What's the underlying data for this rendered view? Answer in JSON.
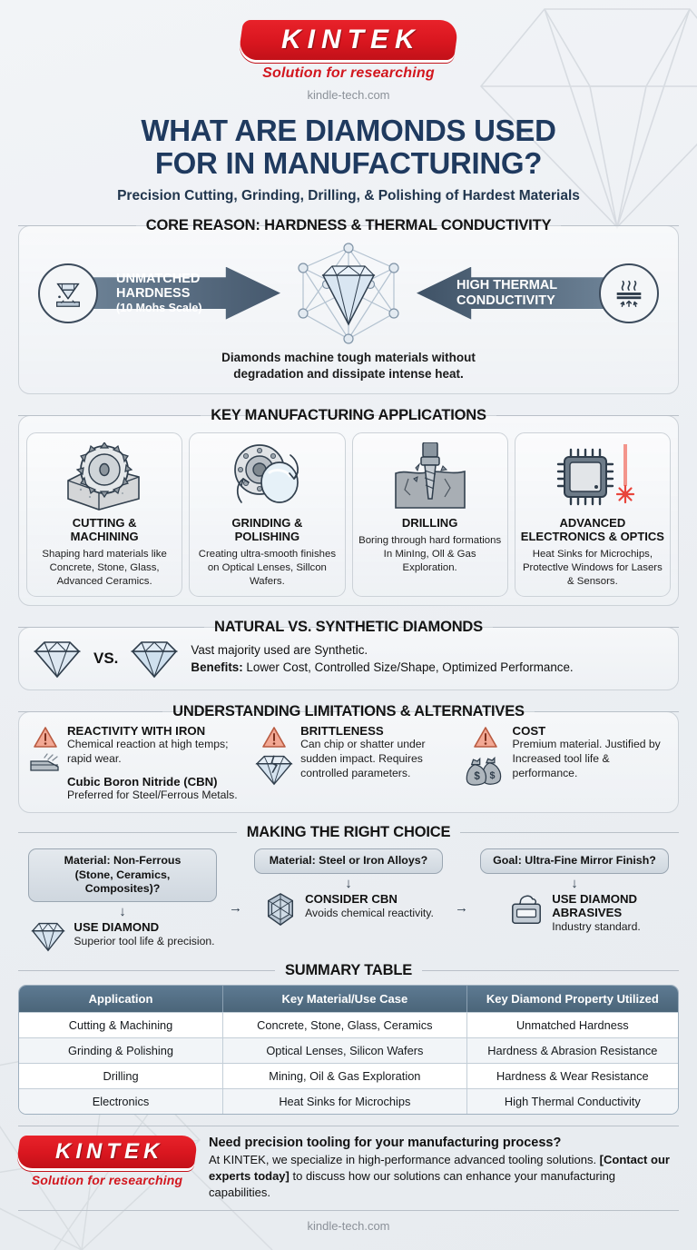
{
  "brand": {
    "logo_text": "KINTEK",
    "tagline": "Solution for researching",
    "url": "kindle-tech.com"
  },
  "header": {
    "title_line1": "WHAT ARE DIAMONDS USED",
    "title_line2": "FOR IN MANUFACTURING?",
    "subtitle": "Precision Cutting, Grinding, Drilling, & Polishing of Hardest Materials"
  },
  "core_reason": {
    "section_title": "CORE REASON: HARDNESS & THERMAL CONDUCTIVITY",
    "left_label_line1": "UNMATCHED",
    "left_label_line2": "HARDNESS",
    "left_label_sub": "(10 Mohs Scale)",
    "right_label_line1": "HIGH THERMAL",
    "right_label_line2": "CONDUCTIVITY",
    "note_line1": "Diamonds machine tough materials without",
    "note_line2": "degradation and dissipate intense heat."
  },
  "applications": {
    "section_title": "KEY MANUFACTURING APPLICATIONS",
    "cards": [
      {
        "icon": "circular-saw-blade-icon",
        "title": "CUTTING &\nMACHINING",
        "desc": "Shaping hard materials like Concrete, Stone, Glass, Advanced Ceramics."
      },
      {
        "icon": "grinding-wheel-lens-icon",
        "title": "GRINDING &\nPOLISHING",
        "desc": "Creating ultra-smooth finishes on Optical Lenses, Sillcon Wafers."
      },
      {
        "icon": "drill-bit-icon",
        "title": "DRILLING",
        "desc": "Boring through hard formations In MinIng, Oll & Gas Exploration."
      },
      {
        "icon": "microchip-laser-icon",
        "title": "ADVANCED\nELECTRONICS & OPTICS",
        "desc": "Heat Sinks for Microchips, Protectlve Windows for Lasers & Sensors."
      }
    ]
  },
  "natural_vs_synthetic": {
    "section_title": "NATURAL VS. SYNTHETIC DIAMONDS",
    "vs_label": "VS.",
    "line1": "Vast majority used are Synthetic.",
    "line2_bold": "Benefits:",
    "line2_rest": " Lower Cost, Controlled Size/Shape, Optimized Performance."
  },
  "limitations": {
    "section_title": "UNDERSTANDING LIMITATIONS & ALTERNATIVES",
    "items": [
      {
        "icon": "warning-triangle-icon",
        "heading": "REACTIVITY WITH IRON",
        "body": "Chemical reaction at high temps; rapid wear.",
        "sub_icon": "cbn-crystal-icon",
        "sub_heading": "Cubic Boron Nitride (CBN)",
        "sub_body": "Preferred for Steel/Ferrous Metals."
      },
      {
        "icon": "warning-triangle-icon",
        "heading": "BRITTLENESS",
        "body": "Can chip or shatter under sudden impact. Requires controlled parameters."
      },
      {
        "icon": "warning-triangle-icon",
        "heading": "COST",
        "body": "Premium material. Justified by Increased tool life & performance."
      }
    ]
  },
  "choice": {
    "section_title": "MAKING THE RIGHT CHOICE",
    "steps": [
      {
        "question": "Material: Non-Ferrous\n(Stone, Ceramics, Composites)?",
        "result_icon": "diamond-icon",
        "result_heading": "USE DIAMOND",
        "result_body": "Superior tool life & precision."
      },
      {
        "question": "Material: Steel or Iron Alloys?",
        "result_icon": "cbn-crystal-icon",
        "result_heading": "CONSIDER CBN",
        "result_body": "Avoids chemical reactivity."
      },
      {
        "question": "Goal: Ultra-Fine Mirror Finish?",
        "result_icon": "abrasive-paste-icon",
        "result_heading": "USE DIAMOND\nABRASIVES",
        "result_body": "Industry standard."
      }
    ]
  },
  "summary_table": {
    "section_title": "SUMMARY TABLE",
    "columns": [
      "Application",
      "Key Material/Use Case",
      "Key Diamond Property Utilized"
    ],
    "rows": [
      [
        "Cutting & Machining",
        "Concrete, Stone, Glass, Ceramics",
        "Unmatched Hardness"
      ],
      [
        "Grinding & Polishing",
        "Optical Lenses, Silicon Wafers",
        "Hardness & Abrasion Resistance"
      ],
      [
        "Drilling",
        "Mining, Oil & Gas Exploration",
        "Hardness & Wear Resistance"
      ],
      [
        "Electronics",
        "Heat Sinks for Microchips",
        "High Thermal Conductivity"
      ]
    ]
  },
  "footer": {
    "heading": "Need precision tooling for your manufacturing process?",
    "body_part1": "At KINTEK, we specialize in high-performance advanced tooling solutions. ",
    "body_bold": "[Contact our experts today]",
    "body_part2": " to discuss how our solutions can enhance your manufacturing capabilities.",
    "url": "kindle-tech.com"
  },
  "colors": {
    "title_navy": "#1f3a5f",
    "brand_red": "#d2161e",
    "arrow_slate": "#45586d",
    "table_header": "#52708a",
    "warning_coral": "#f0a08a",
    "laser_red": "#e8453c"
  }
}
